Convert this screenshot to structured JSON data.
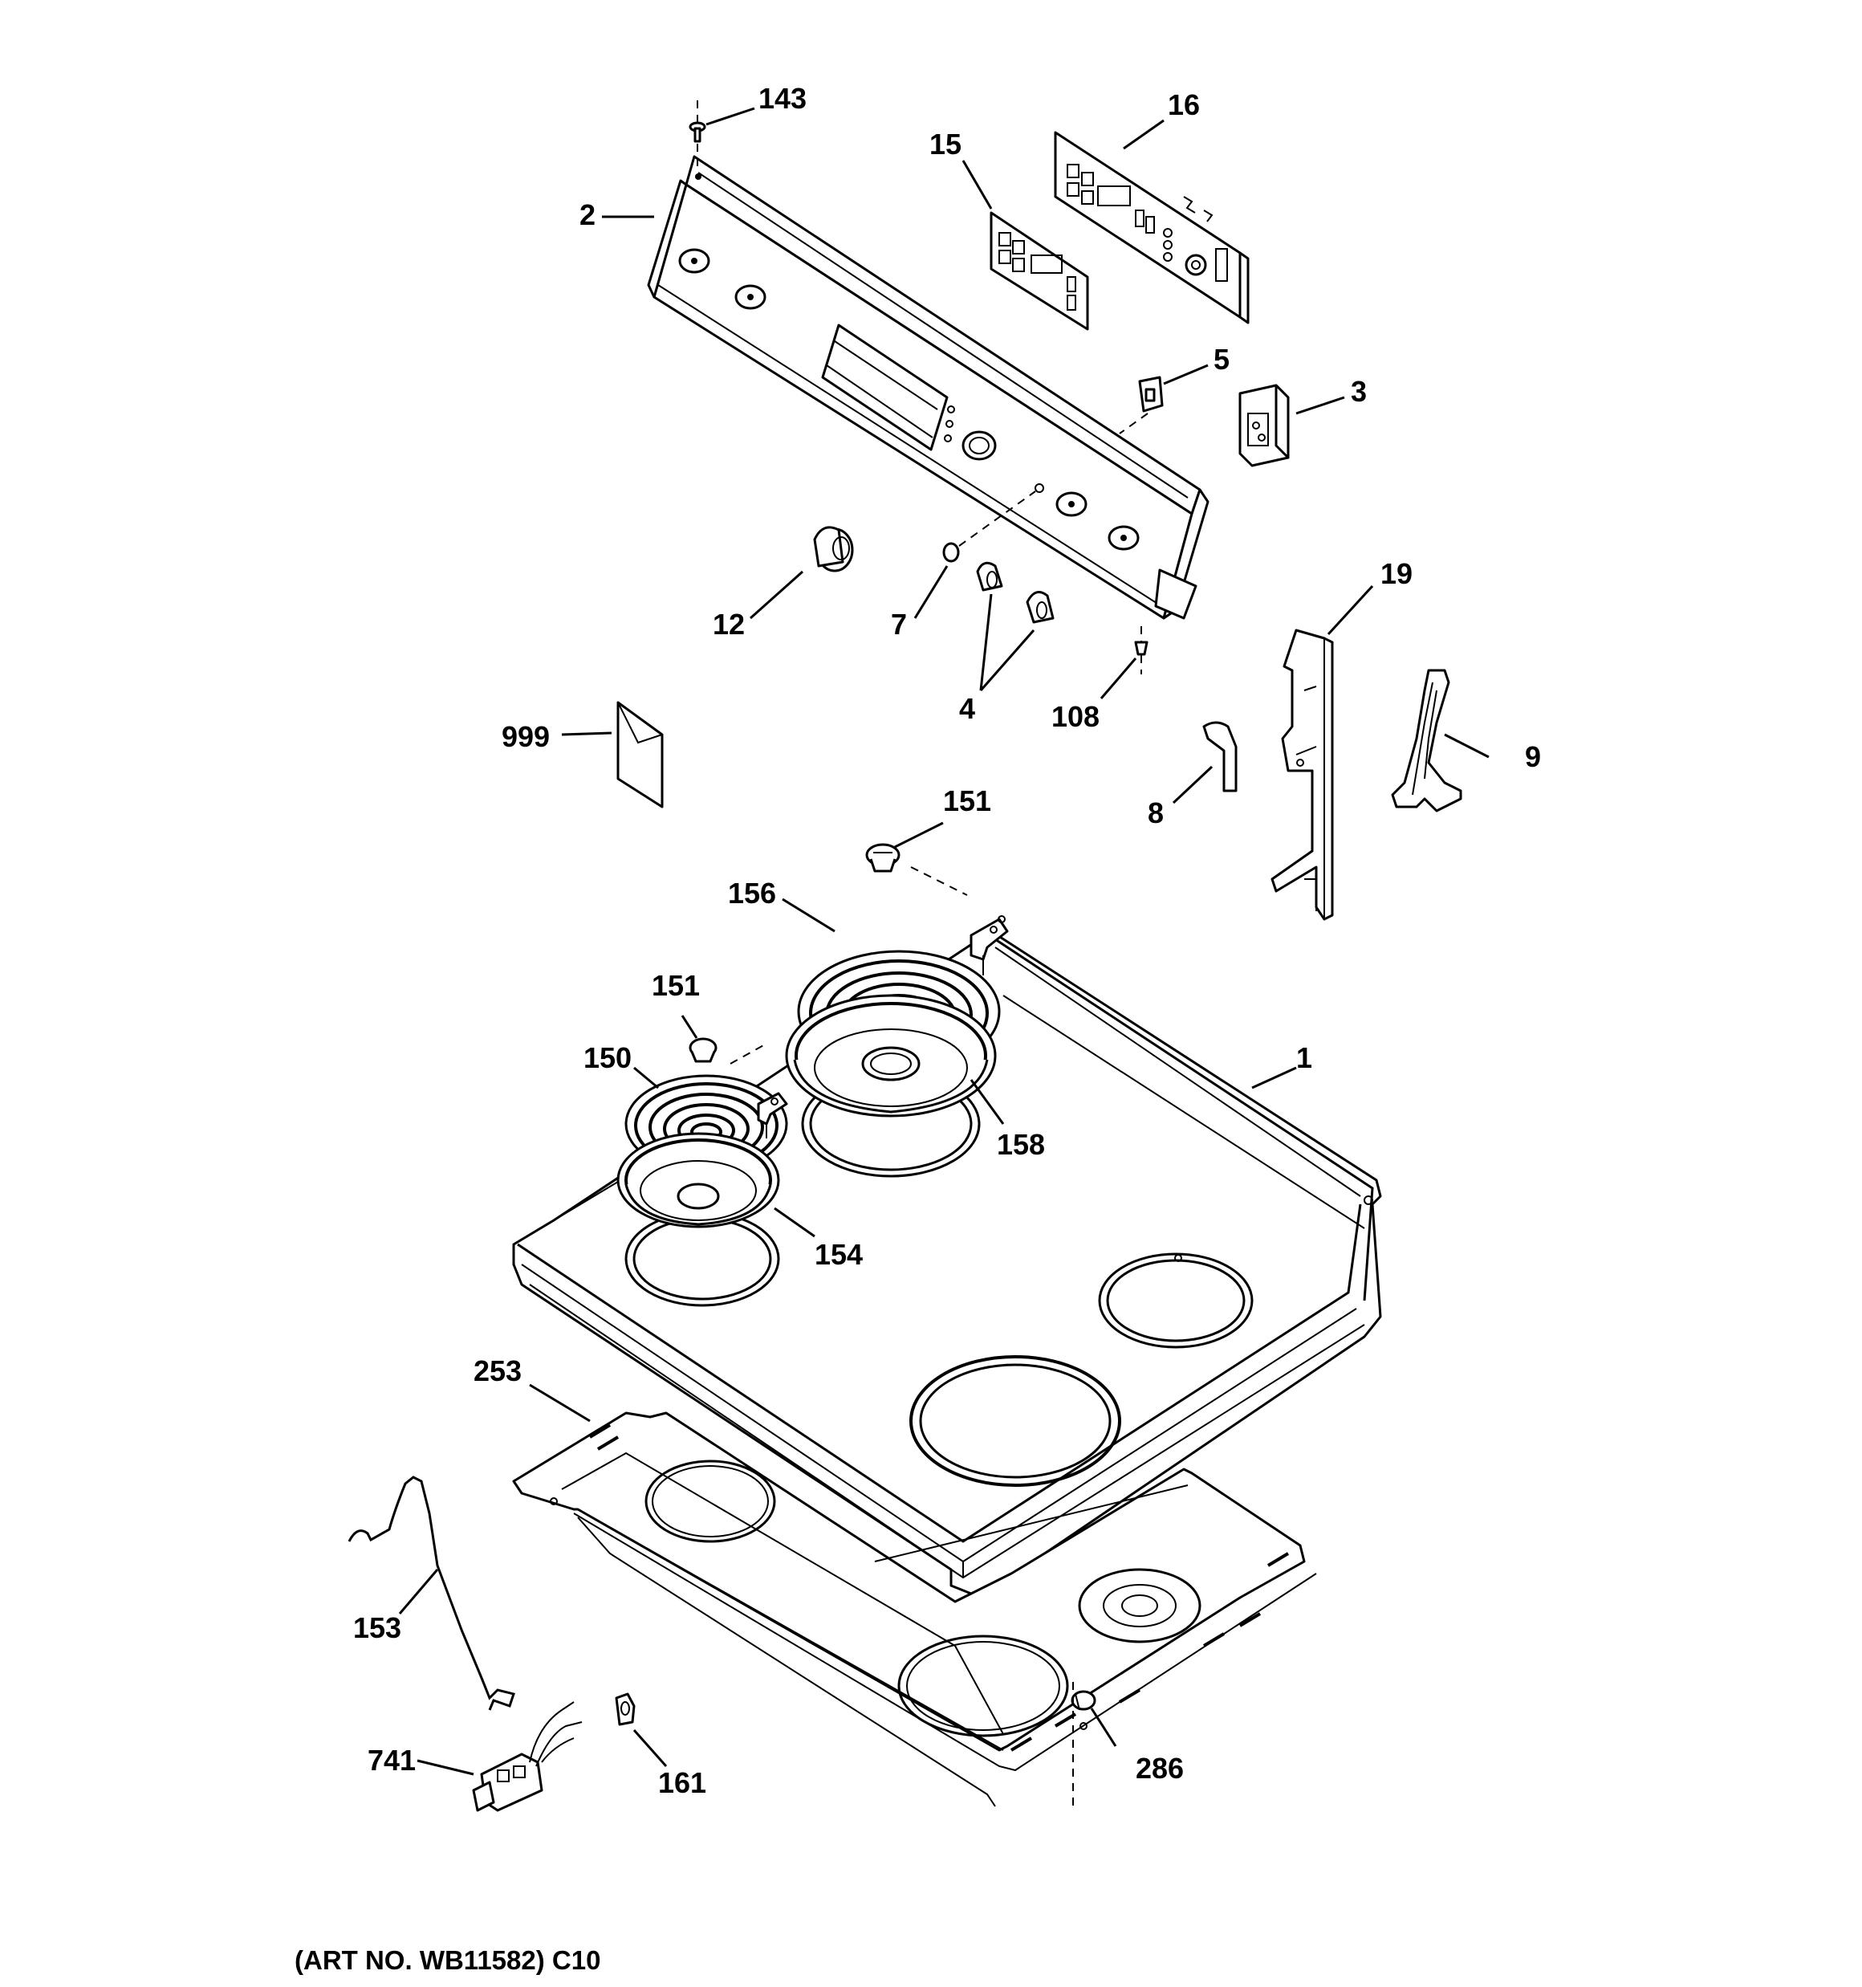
{
  "callouts": {
    "c143": "143",
    "c16": "16",
    "c15": "15",
    "c2": "2",
    "c5": "5",
    "c3": "3",
    "c12": "12",
    "c7": "7",
    "c4": "4",
    "c108": "108",
    "c19": "19",
    "c999": "999",
    "c9": "9",
    "c8": "8",
    "c151a": "151",
    "c156": "156",
    "c151b": "151",
    "c150": "150",
    "c1": "1",
    "c158": "158",
    "c154": "154",
    "c253": "253",
    "c153": "153",
    "c741": "741",
    "c161": "161",
    "c286": "286"
  },
  "art_number": "(ART NO. WB11582) C10"
}
